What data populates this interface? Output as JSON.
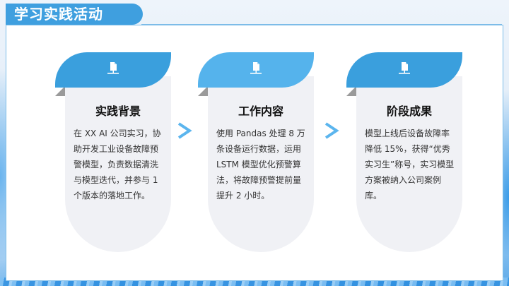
{
  "page": {
    "title": "学习实践活动"
  },
  "cards": [
    {
      "icon": "document-network-icon",
      "heading": "实践背景",
      "text": "在 XX AI 公司实习，协助开发工业设备故障预警模型，负责数据清洗与模型迭代，并参与 1 个版本的落地工作。"
    },
    {
      "icon": "document-network-icon",
      "heading": "工作内容",
      "text": "使用 Pandas 处理 8 万条设备运行数据，运用 LSTM 模型优化预警算法，将故障预警提前量提升 2 小时。"
    },
    {
      "icon": "document-network-icon",
      "heading": "阶段成果",
      "text": "模型上线后设备故障率降低 15%，获得“优秀实习生”称号，实习模型方案被纳入公司案例库。"
    }
  ],
  "colors": {
    "accent": "#3a9fdd",
    "accent_light": "#55b3ec",
    "card_body": "#f0f1f5",
    "arrow": "#5bb5ee"
  }
}
